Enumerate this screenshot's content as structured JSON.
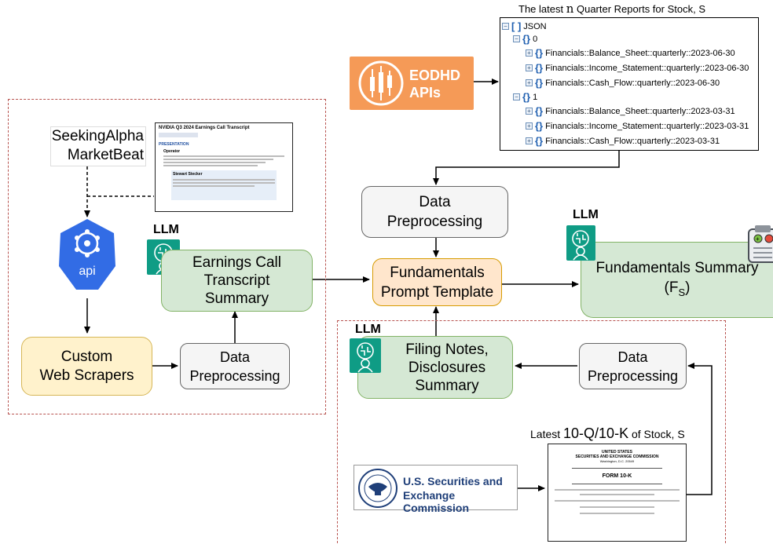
{
  "colors": {
    "llm_icon": "#0f9c85",
    "dash_border": "#b85450",
    "eodhd": "#f59a57"
  },
  "labels": {
    "llm": "LLM",
    "seekingalpha": "SeekingAlpha",
    "marketbeat": "MarketBeat",
    "api": "api",
    "scrapers_line1": "Custom",
    "scrapers_line2": "Web Scrapers",
    "data_pre_line1": "Data",
    "data_pre_line2": "Preprocessing",
    "earnings_line1": "Earnings Call",
    "earnings_line2": "Transcript",
    "earnings_line3": "Summary",
    "template_line1": "Fundamentals",
    "template_line2": "Prompt Template",
    "fund_summary_line1": "Fundamentals Summary",
    "fund_summary_line2": "(F",
    "fund_summary_sub": "S",
    "fund_summary_close": ")",
    "filing_line1": "Filing Notes,",
    "filing_line2": "Disclosures",
    "filing_line3": "Summary",
    "latest_reports_a": "The latest ",
    "latest_reports_n": "n",
    "latest_reports_b": " Quarter Reports for Stock, S",
    "latest_10q_a": "Latest  ",
    "latest_10q_b": "10-Q/10-K",
    "latest_10q_c": " of Stock, S",
    "eodhd_line1": "EODHD",
    "eodhd_line2": "APIs",
    "sec_line1": "U.S. Securities and",
    "sec_line2": "Exchange Commission"
  },
  "json_tree": {
    "root": "JSON",
    "groups": [
      {
        "key": "0",
        "items": [
          "Financials::Balance_Sheet::quarterly::2023-06-30",
          "Financials::Income_Statement::quarterly::2023-06-30",
          "Financials::Cash_Flow::quarterly::2023-06-30"
        ]
      },
      {
        "key": "1",
        "items": [
          "Financials::Balance_Sheet::quarterly::2023-03-31",
          "Financials::Income_Statement::quarterly::2023-03-31",
          "Financials::Cash_Flow::quarterly::2023-03-31"
        ]
      }
    ]
  },
  "transcript_doc": {
    "title": "NVIDIA Q3 2024 Earnings Call Transcript",
    "section": "PRESENTATION",
    "speaker1": "Operator",
    "speaker2": "Stewart Stecker"
  },
  "form_doc": {
    "line1": "UNITED STATES",
    "line2": "SECURITIES AND EXCHANGE COMMISSION",
    "line3": "Washington, D.C. 20549",
    "form": "FORM 10-K"
  }
}
